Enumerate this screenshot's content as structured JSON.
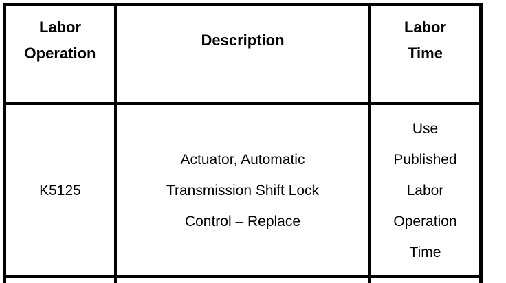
{
  "table": {
    "border_color": "#000000",
    "background_color": "#ffffff",
    "text_color": "#000000",
    "columns": [
      {
        "header": "Labor\nOperation"
      },
      {
        "header": "Description"
      },
      {
        "header": "Labor\nTime"
      }
    ],
    "rows": [
      {
        "labor_operation": "K5125",
        "description": "Actuator, Automatic\nTransmission Shift Lock\nControl – Replace",
        "labor_time": "Use\nPublished\nLabor\nOperation\nTime"
      }
    ]
  }
}
